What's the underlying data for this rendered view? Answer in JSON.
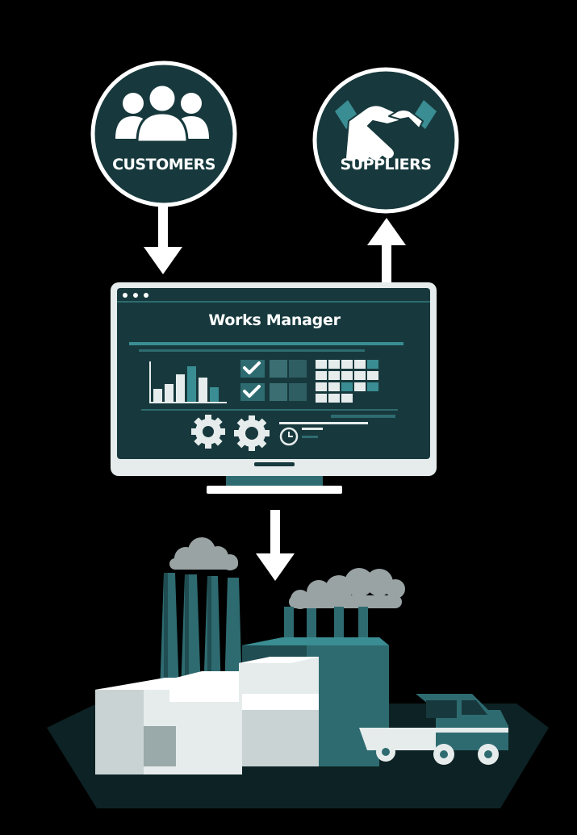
{
  "nodes": {
    "customers": {
      "label": "CUSTOMERS",
      "icon": "people-group-icon"
    },
    "suppliers": {
      "label": "SUPPLIERS",
      "icon": "handshake-icon"
    },
    "monitor": {
      "title": "Works Manager"
    },
    "factory": {
      "icon": "factory-icon"
    },
    "truck": {
      "icon": "truck-icon"
    }
  },
  "colors": {
    "background": "#000000",
    "teal_dark": "#17393d",
    "teal": "#2e6b70",
    "teal_accent": "#3a8d92",
    "light": "#e6ecec",
    "white": "#ffffff"
  }
}
